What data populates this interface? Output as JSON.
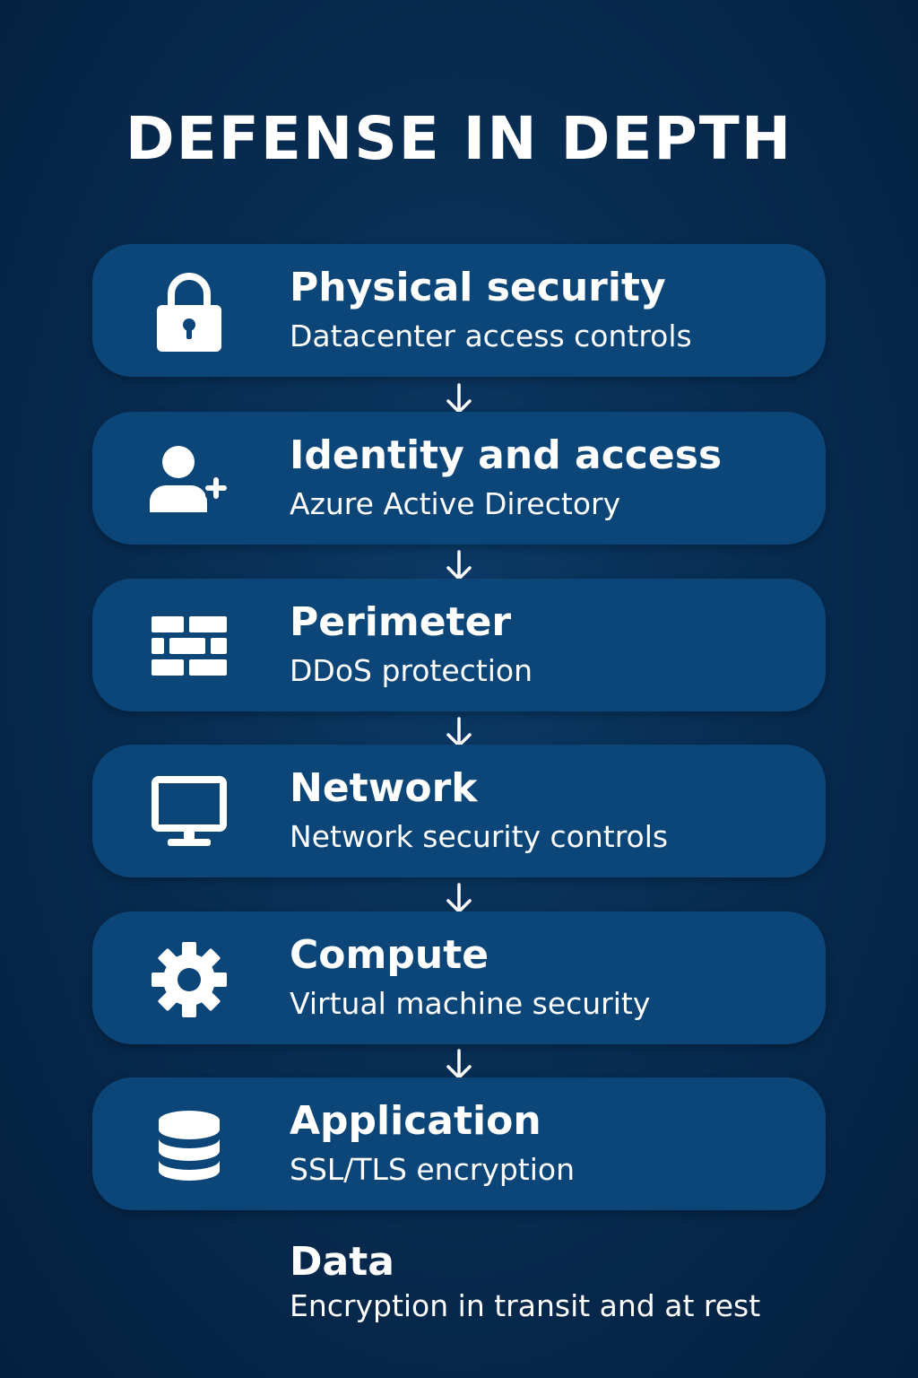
{
  "title": "DEFENSE IN DEPTH",
  "layers": [
    {
      "title": "Physical security",
      "subtitle": "Datacenter access controls",
      "icon": "lock-icon"
    },
    {
      "title": "Identity and access",
      "subtitle": "Azure Active Directory",
      "icon": "user-add-icon"
    },
    {
      "title": "Perimeter",
      "subtitle": "DDoS protection",
      "icon": "firewall-icon"
    },
    {
      "title": "Network",
      "subtitle": "Network security controls",
      "icon": "monitor-icon"
    },
    {
      "title": "Compute",
      "subtitle": "Virtual machine security",
      "icon": "gear-icon"
    },
    {
      "title": "Application",
      "subtitle": "SSL/TLS encryption",
      "icon": "database-icon"
    }
  ],
  "data_layer": {
    "title": "Data",
    "subtitle": "Encryption in transit and at rest"
  },
  "colors": {
    "background": "#072a4e",
    "card": "#0c4578",
    "text": "#ffffff"
  }
}
